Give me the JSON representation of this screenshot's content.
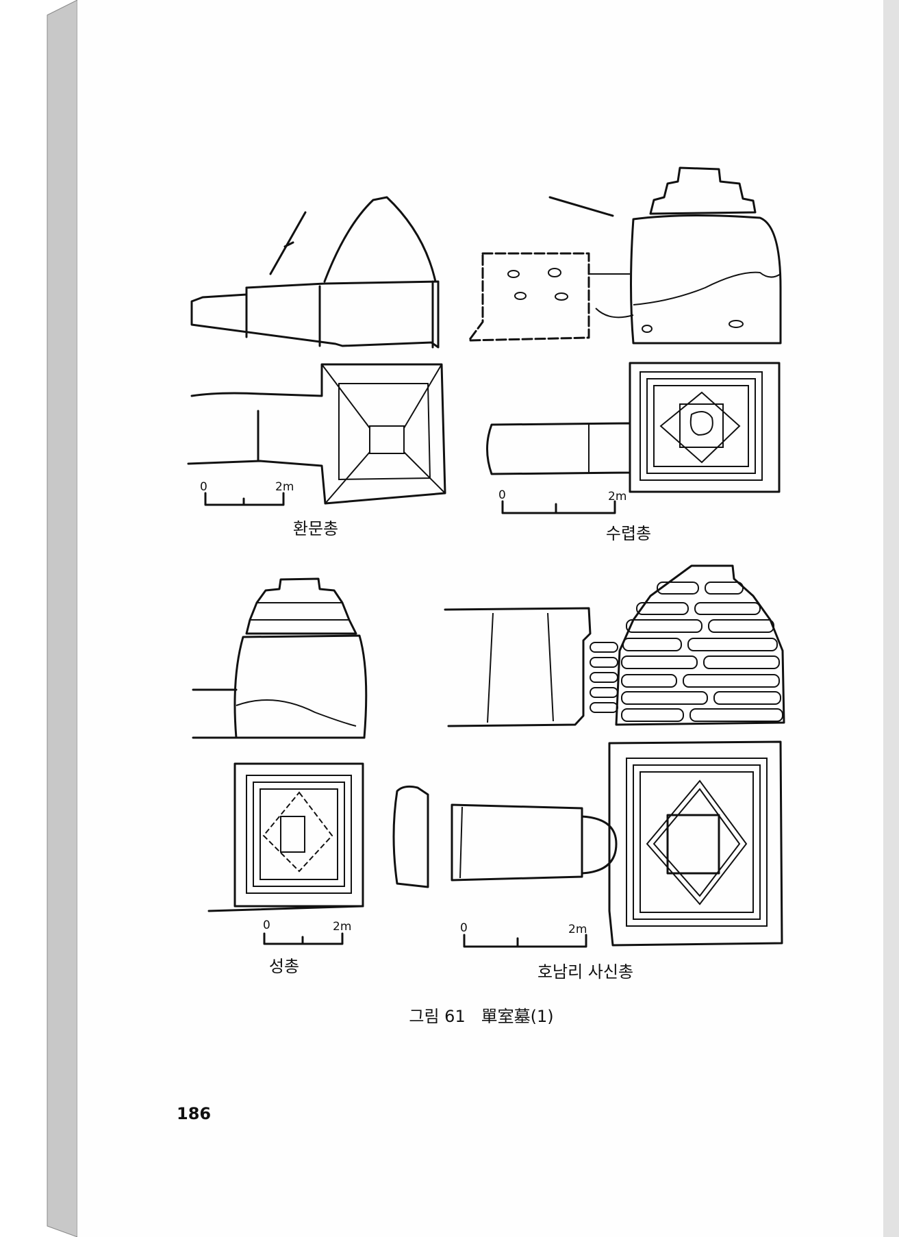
{
  "figures": [
    {
      "name": "환문총",
      "scale_start": "0",
      "scale_end": "2m"
    },
    {
      "name": "수렵총",
      "scale_start": "0",
      "scale_end": "2m"
    },
    {
      "name": "성총",
      "scale_start": "0",
      "scale_end": "2m"
    },
    {
      "name": "호남리 사신총",
      "scale_start": "0",
      "scale_end": "2m"
    }
  ],
  "caption": "그림 61   單室墓(1)",
  "page_number": "186"
}
